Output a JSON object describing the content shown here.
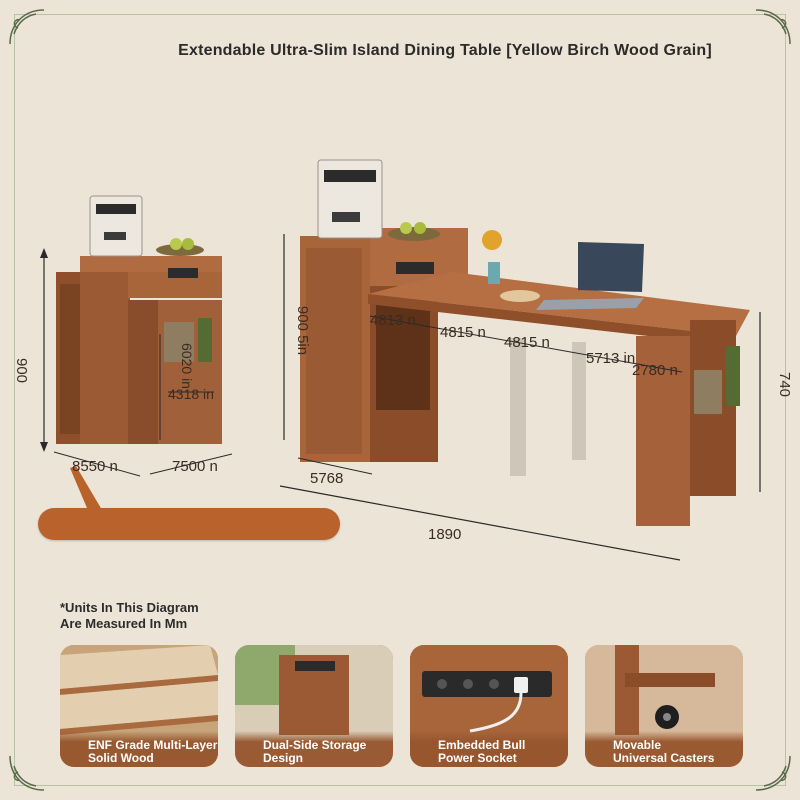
{
  "title": "Extendable Ultra-Slim Island Dining Table [Yellow Birch Wood Grain]",
  "dimensions": {
    "left_height": "900",
    "left_depth": "8550 n",
    "left_width": "7500 n",
    "left_inner_height": "6020 in",
    "left_inner_width": "4318 in",
    "right_total_height": "900 5in",
    "right_section1": "4813 n",
    "right_section2": "4815 n",
    "right_section3": "4815 n",
    "right_section4": "5713 in",
    "right_section5": "2780 n",
    "right_depth": "5768",
    "right_length": "1890",
    "right_height": "740"
  },
  "note": {
    "line1": "*Units In This Diagram",
    "line2": "Are Measured In Mm"
  },
  "features": [
    {
      "label_1": "ENF Grade Multi-Layer",
      "label_2": "Solid Wood"
    },
    {
      "label_1": "Dual-Side Storage",
      "label_2": "Design"
    },
    {
      "label_1": "Embedded Bull",
      "label_2": "Power Socket"
    },
    {
      "label_1": "Movable",
      "label_2": "Universal Casters"
    }
  ],
  "colors": {
    "background": "#ece4d6",
    "wood": "#a8653a",
    "wood_dark": "#7a4322",
    "accent_bar": "#b9622c",
    "ornament": "#5a6b4a"
  }
}
